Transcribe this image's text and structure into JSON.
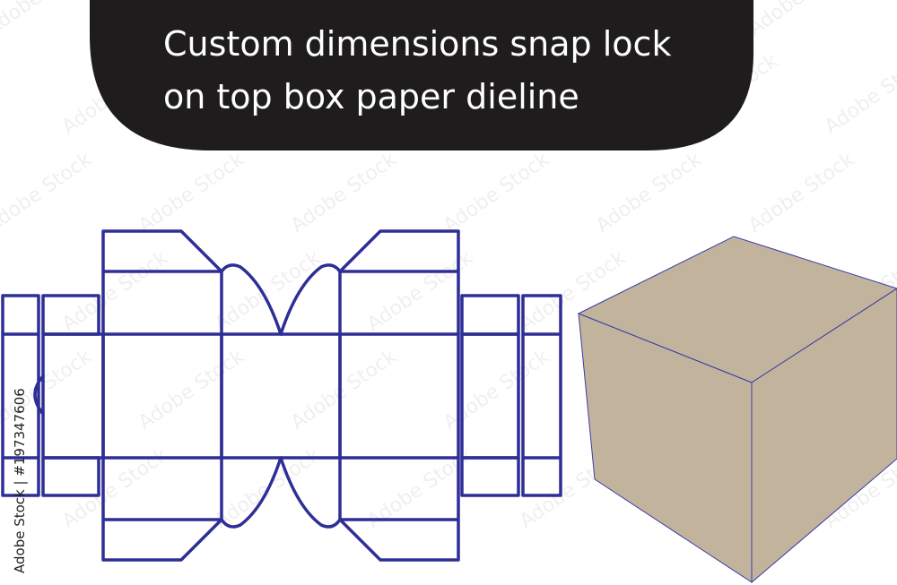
{
  "banner": {
    "title_line1": "Custom dimensions snap lock",
    "title_line2": "on top box paper dieline",
    "background": "#1e1c1d"
  },
  "stock_id": "Adobe Stock | #197347606",
  "watermark_text": "Adobe Stock",
  "colors": {
    "dieline": "#2e2f96",
    "box_face": "#c2b49c",
    "box_edge": "#3b3aa6"
  }
}
